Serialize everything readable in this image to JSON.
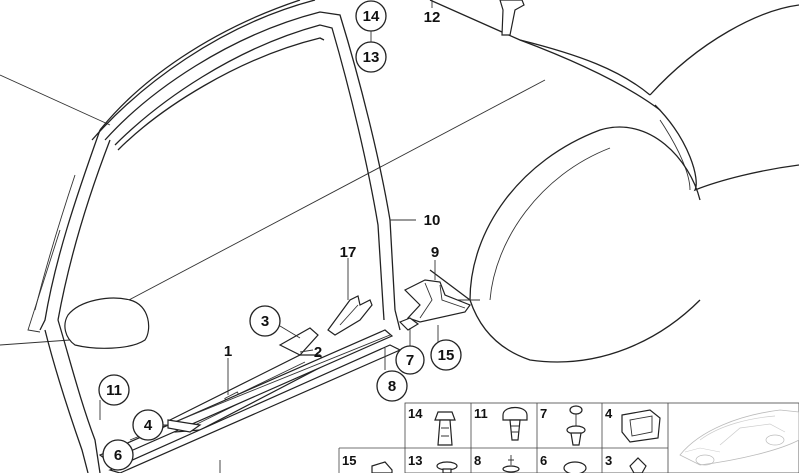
{
  "callouts": {
    "c14": "14",
    "c13": "13",
    "c12": "12",
    "c10": "10",
    "c9": "9",
    "c17": "17",
    "c3": "3",
    "c2": "2",
    "c1": "1",
    "c7": "7",
    "c15": "15",
    "c8": "8",
    "c11": "11",
    "c4": "4",
    "c6": "6"
  },
  "parts_table": {
    "row1": [
      "14",
      "11",
      "7",
      "4"
    ],
    "row2": [
      "15",
      "13",
      "8",
      "6",
      "3"
    ]
  },
  "icons": [
    "car-thumbnail-icon"
  ]
}
